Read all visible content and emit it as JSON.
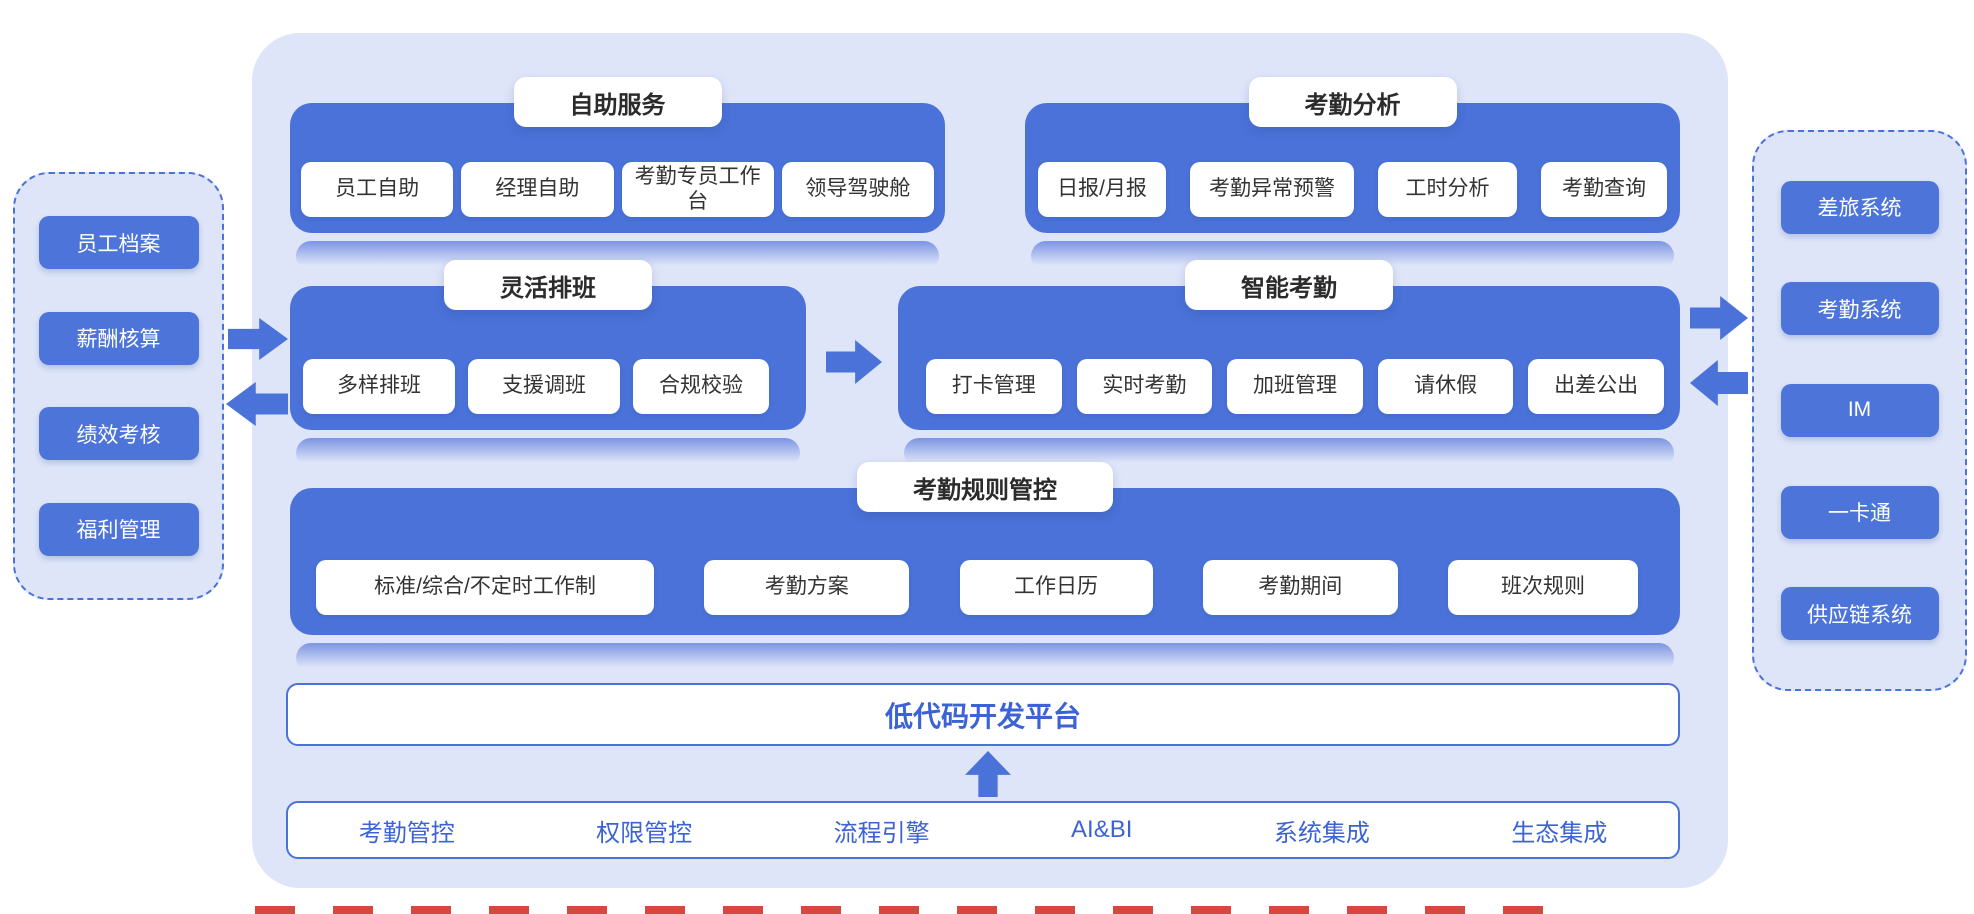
{
  "colors": {
    "module_blue": "#4a72d8",
    "container_bg": "#dfe5f9",
    "accent_text_blue": "#3c63d6",
    "dark_title": "#2b2b2b",
    "red_strip": "#d8473e"
  },
  "left_panel": {
    "items": [
      "员工档案",
      "薪酬核算",
      "绩效考核",
      "福利管理"
    ]
  },
  "right_panel": {
    "items": [
      "差旅系统",
      "考勤系统",
      "IM",
      "一卡通",
      "供应链系统"
    ]
  },
  "modules": {
    "self_service": {
      "title": "自助服务",
      "items": [
        "员工自助",
        "经理自助",
        "考勤专员工作台",
        "领导驾驶舱"
      ]
    },
    "attendance_analysis": {
      "title": "考勤分析",
      "items": [
        "日报/月报",
        "考勤异常预警",
        "工时分析",
        "考勤查询"
      ]
    },
    "flexible_scheduling": {
      "title": "灵活排班",
      "items": [
        "多样排班",
        "支援调班",
        "合规校验"
      ]
    },
    "smart_attendance": {
      "title": "智能考勤",
      "items": [
        "打卡管理",
        "实时考勤",
        "加班管理",
        "请休假",
        "出差公出"
      ]
    },
    "attendance_rules": {
      "title": "考勤规则管控",
      "items": [
        "标准/综合/不定时工作制",
        "考勤方案",
        "工作日历",
        "考勤期间",
        "班次规则"
      ]
    }
  },
  "platform": {
    "label": "低代码开发平台"
  },
  "foundation": {
    "items": [
      "考勤管控",
      "权限管控",
      "流程引擎",
      "AI&BI",
      "系统集成",
      "生态集成"
    ]
  }
}
